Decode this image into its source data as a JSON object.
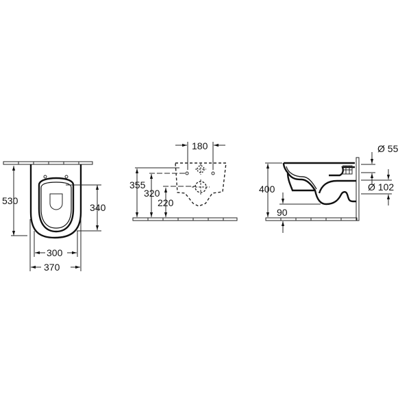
{
  "diagram": {
    "subject": "Wall-hung toilet technical drawing",
    "views": [
      {
        "name": "front-view",
        "dimensions": {
          "height_total": "530",
          "bowl_length": "340",
          "inner_width": "300",
          "outer_width": "370"
        }
      },
      {
        "name": "rear-mounting-view",
        "dimensions": {
          "hole_spacing": "180",
          "top_height": "355",
          "fixing_height": "320",
          "outlet_height": "220"
        }
      },
      {
        "name": "side-view",
        "dimensions": {
          "rim_height": "400",
          "outlet_offset": "90",
          "inlet_diameter": "Ø 55",
          "outlet_diameter": "Ø 102"
        }
      }
    ],
    "colors": {
      "line": "#111111",
      "background": "#ffffff"
    }
  }
}
